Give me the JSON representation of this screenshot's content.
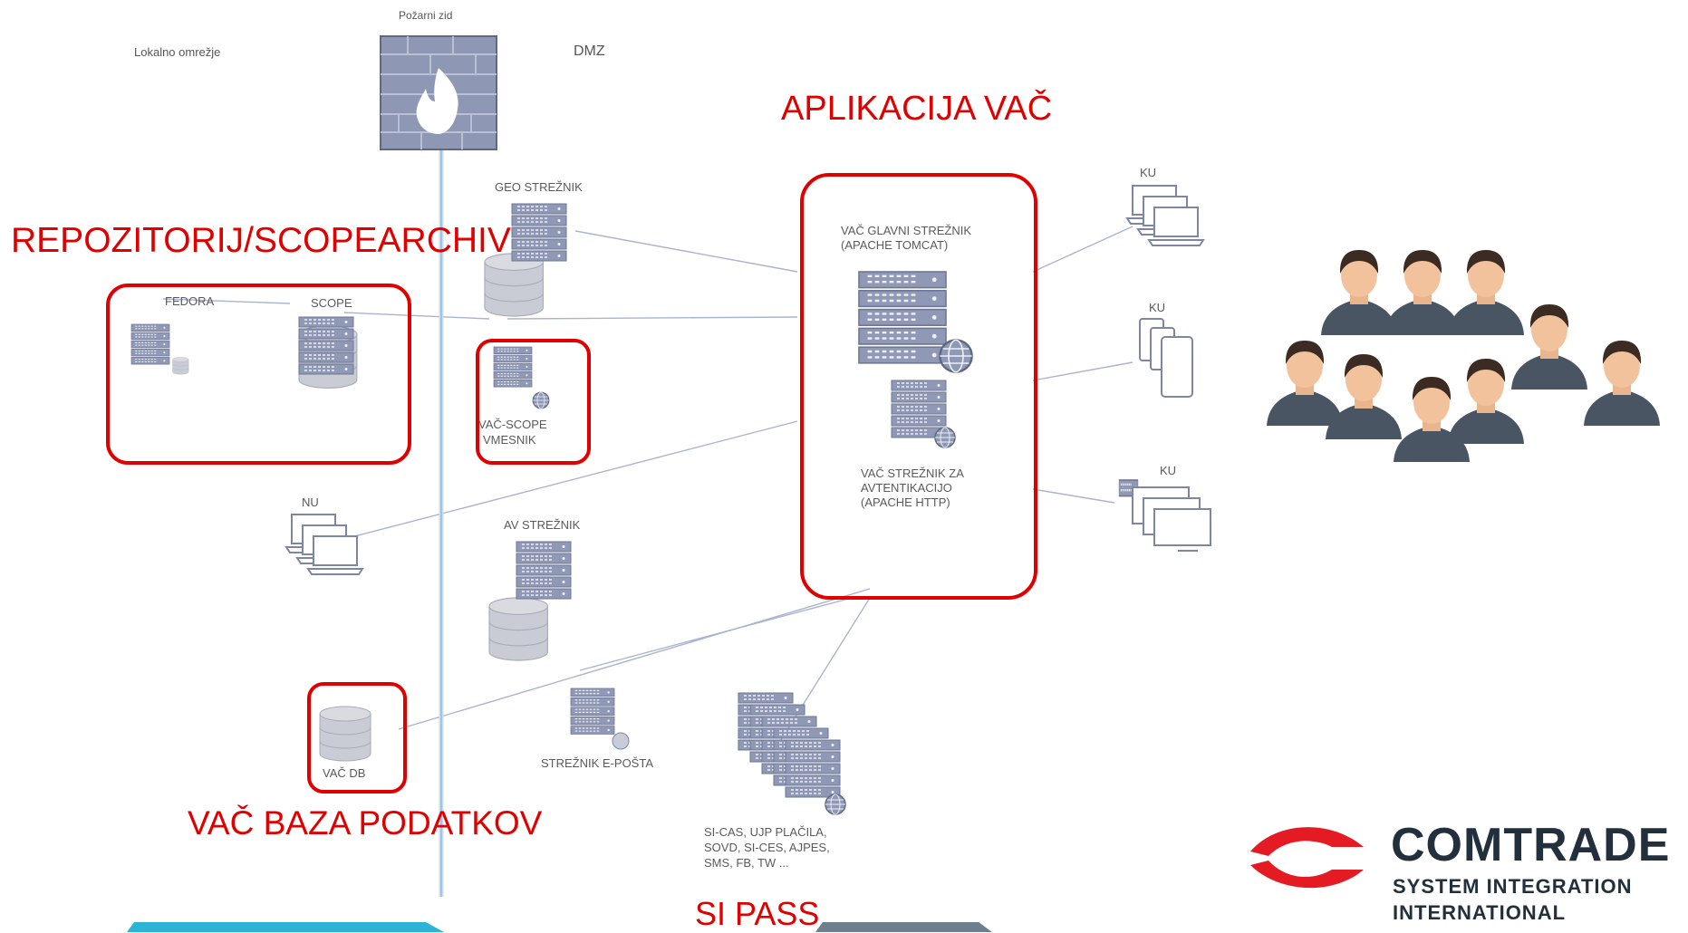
{
  "zones": {
    "firewall_label": "Požarni zid",
    "lan_label": "Lokalno omrežje",
    "dmz_label": "DMZ"
  },
  "annotations": {
    "repository": "REPOZITORIJ/SCOPEARCHIV",
    "app": "APLIKACIJA VAČ",
    "db": "VAČ BAZA PODATKOV",
    "sipass": "SI PASS"
  },
  "nodes": {
    "fedora": "FEDORA",
    "scope": "SCOPE",
    "geo": "GEO STREŽNIK",
    "vac_scope_1": "VAČ-SCOPE",
    "vac_scope_2": "VMESNIK",
    "nu": "NU",
    "av": "AV STREŽNIK",
    "vac_db": "VAČ DB",
    "email": "STREŽNIK E-POŠTA",
    "ext_1": "SI-CAS, UJP PLAČILA,",
    "ext_2": "SOVD, SI-CES, AJPES,",
    "ext_3": "SMS, FB, TW ...",
    "main_1": "VAČ GLAVNI STREŽNIK",
    "main_2": "(APACHE TOMCAT)",
    "auth_1": "VAČ STREŽNIK ZA",
    "auth_2": "AVTENTIKACIJO",
    "auth_3": "(APACHE HTTP)",
    "ku1": "KU",
    "ku2": "KU",
    "ku3": "KU"
  },
  "logo": {
    "name": "COMTRADE",
    "line1": "SYSTEM INTEGRATION",
    "line2": "INTERNATIONAL"
  },
  "colors": {
    "highlight": "#e00000",
    "line": "#aab4cf",
    "server": "#8f98b4",
    "firewall": "#8e97b3"
  }
}
